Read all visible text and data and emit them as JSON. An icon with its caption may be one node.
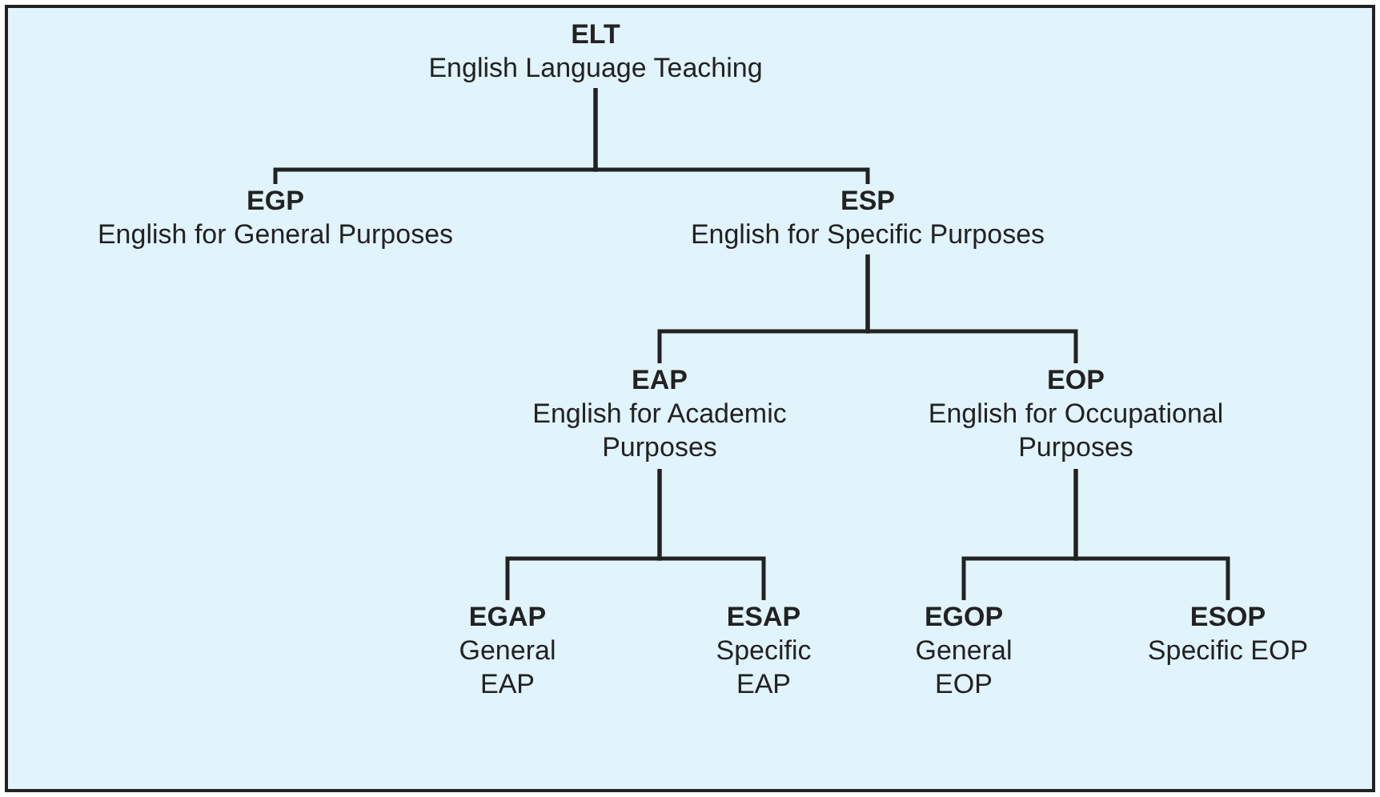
{
  "diagram": {
    "nodes": [
      {
        "text": [
          "ELT",
          "English Language Teaching"
        ]
      },
      {
        "text": [
          "EGP",
          "English for General Purposes"
        ]
      },
      {
        "text": [
          "ESP",
          "English for Specific Purposes"
        ]
      },
      {
        "text": [
          "EAP",
          "English for Academic Purposes"
        ]
      },
      {
        "text": [
          "EOP",
          "English for Occupational Purposes"
        ]
      },
      {
        "text": [
          "EGAP",
          "General EAP"
        ]
      },
      {
        "text": [
          "ESAP",
          "Specific EAP"
        ]
      },
      {
        "text": [
          "EGOP",
          "General EOP"
        ]
      },
      {
        "text": [
          "ESOP",
          "Specific EOP"
        ]
      }
    ],
    "edges": [
      {
        "from": 0,
        "to": 1,
        "arrow": "none"
      },
      {
        "from": 0,
        "to": 2,
        "arrow": "none"
      },
      {
        "from": 2,
        "to": 3,
        "arrow": "none"
      },
      {
        "from": 2,
        "to": 4,
        "arrow": "none"
      },
      {
        "from": 3,
        "to": 5,
        "arrow": "none"
      },
      {
        "from": 3,
        "to": 6,
        "arrow": "none"
      },
      {
        "from": 4,
        "to": 7,
        "arrow": "none"
      },
      {
        "from": 4,
        "to": 8,
        "arrow": "none"
      }
    ]
  }
}
